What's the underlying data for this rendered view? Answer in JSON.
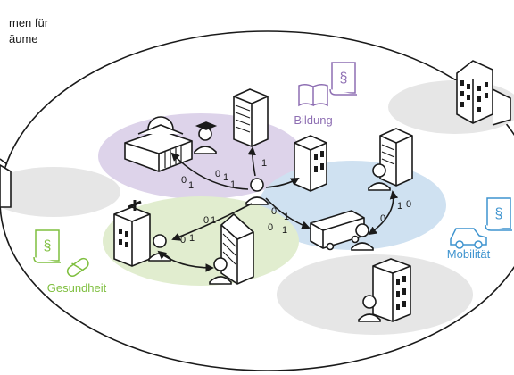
{
  "header": {
    "fragment_line1": "men für",
    "fragment_line2": "äume"
  },
  "domains": {
    "bildung": {
      "label": "Bildung",
      "color": "#8e6fb3",
      "bg": "#ddd3ea"
    },
    "mobilitaet": {
      "label": "Mobilität",
      "color": "#3f94cf",
      "bg": "#cfe1f1"
    },
    "gesundheit": {
      "label": "Gesundheit",
      "color": "#7fbf3f",
      "bg": "#e1edcf"
    }
  },
  "symbols": {
    "paragraph": "§"
  },
  "bits": [
    "0",
    "1",
    "0",
    "1",
    "1",
    "1",
    "0",
    "1",
    "0",
    "1",
    "0",
    "1",
    "0",
    "1",
    "0",
    "1",
    "0"
  ],
  "icons": {
    "museum": "museum-building-icon",
    "school_person": "graduate-person-icon",
    "tower": "office-tower-icon",
    "person_center": "person-hub-icon",
    "hospital": "hospital-building-icon",
    "bus": "bus-icon",
    "car": "car-icon",
    "pill": "pill-icon",
    "book": "book-icon"
  }
}
